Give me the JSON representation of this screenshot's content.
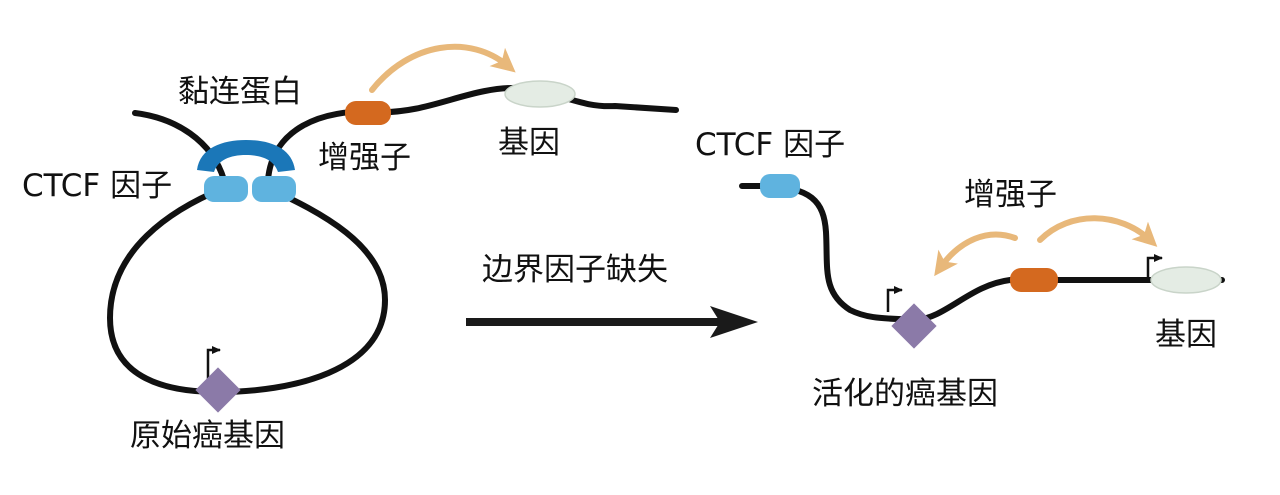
{
  "left_panel": {
    "cohesin_label": "黏连蛋白",
    "ctcf_label": "CTCF 因子",
    "enhancer_label": "增强子",
    "gene_label": "基因",
    "oncogene_label": "原始癌基因"
  },
  "transition": {
    "label": "边界因子缺失"
  },
  "right_panel": {
    "ctcf_label": "CTCF 因子",
    "enhancer_label": "增强子",
    "gene_label": "基因",
    "oncogene_label": "活化的癌基因"
  },
  "colors": {
    "cohesin": "#1b77b8",
    "ctcf": "#5fb3df",
    "enhancer": "#d4691f",
    "gene": "#e4ece4",
    "oncogene": "#8b7aa8",
    "arrow": "#e8b87a",
    "dna": "#111111"
  }
}
